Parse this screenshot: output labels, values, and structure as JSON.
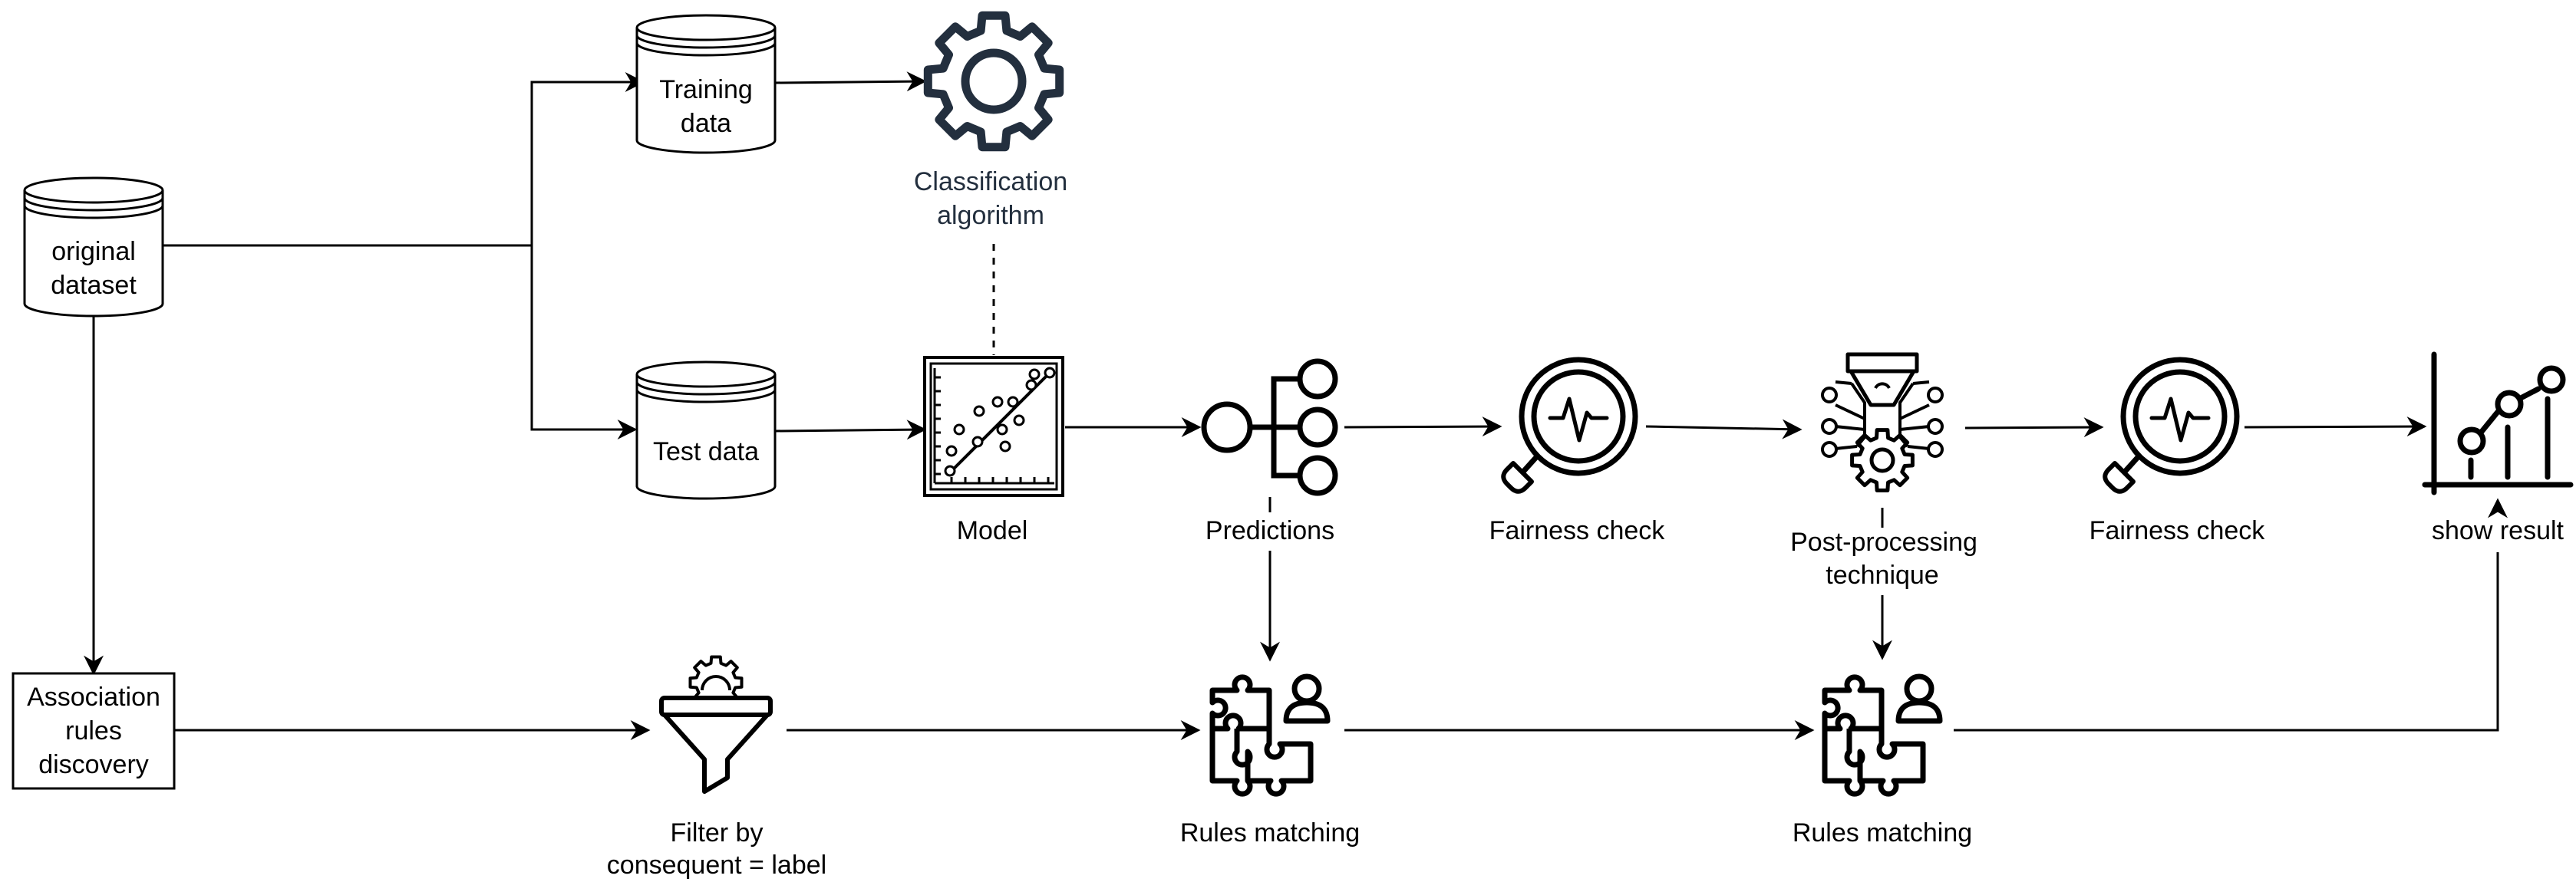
{
  "colors": {
    "stroke": "#000000",
    "icon_dark": "#232f3e",
    "label_dark": "#232f3e",
    "background": "#ffffff"
  },
  "nodes": {
    "original_dataset": {
      "line1": "original",
      "line2": "dataset",
      "icon": "database-icon"
    },
    "training_data": {
      "line1": "Training",
      "line2": "data",
      "icon": "database-icon"
    },
    "test_data": {
      "label": "Test data",
      "icon": "database-icon"
    },
    "classification_algorithm": {
      "line1": "Classification",
      "line2": "algorithm",
      "icon": "gear-icon"
    },
    "model": {
      "label": "Model",
      "icon": "scatter-plot-icon"
    },
    "predictions": {
      "label": "Predictions",
      "icon": "hierarchy-icon"
    },
    "fairness_check_1": {
      "label": "Fairness check",
      "icon": "magnifier-pulse-icon"
    },
    "post_processing": {
      "line1": "Post-processing",
      "line2": "technique",
      "icon": "funnel-gear-network-icon"
    },
    "fairness_check_2": {
      "label": "Fairness check",
      "icon": "magnifier-pulse-icon"
    },
    "show_result": {
      "label": "show result",
      "icon": "line-chart-icon"
    },
    "association_rules": {
      "line1": "Association",
      "line2": "rules",
      "line3": "discovery"
    },
    "filter": {
      "line1": "Filter by",
      "line2": "consequent = label",
      "icon": "funnel-gear-icon"
    },
    "rules_matching_1": {
      "label": "Rules matching",
      "icon": "puzzle-user-icon"
    },
    "rules_matching_2": {
      "label": "Rules matching",
      "icon": "puzzle-user-icon"
    }
  }
}
